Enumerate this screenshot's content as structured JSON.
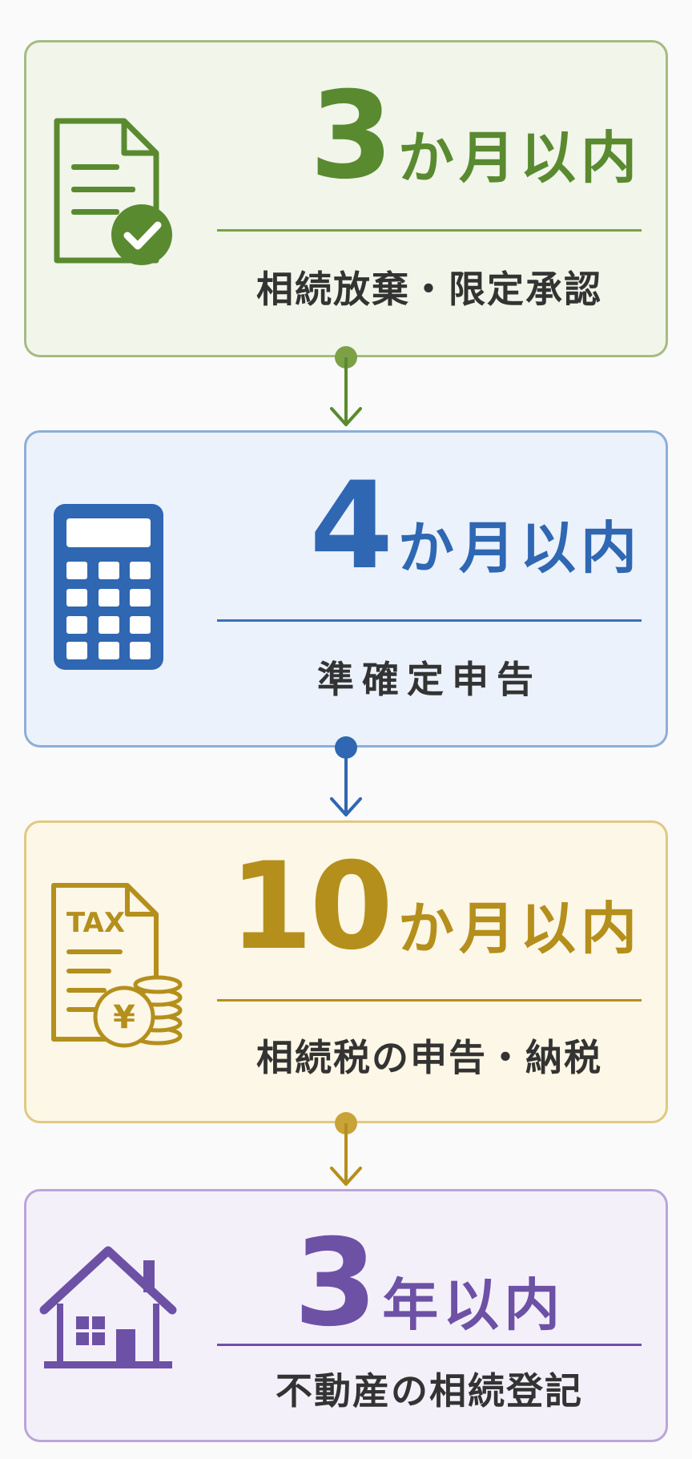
{
  "steps": [
    {
      "number": "3",
      "unit": "か月以内",
      "description": "相続放棄・限定承認",
      "icon": "document-check-icon",
      "color": "#5a8a30"
    },
    {
      "number": "4",
      "unit": "か月以内",
      "description": "準確定申告",
      "icon": "calculator-icon",
      "color": "#2f67b2"
    },
    {
      "number": "10",
      "unit": "か月以内",
      "description": "相続税の申告・納税",
      "icon": "tax-yen-coins-icon",
      "icon_text": "TAX",
      "color": "#b58f1c"
    },
    {
      "number": "3",
      "unit": "年以内",
      "description": "不動産の相続登記",
      "icon": "house-icon",
      "color": "#6d51a5"
    }
  ]
}
